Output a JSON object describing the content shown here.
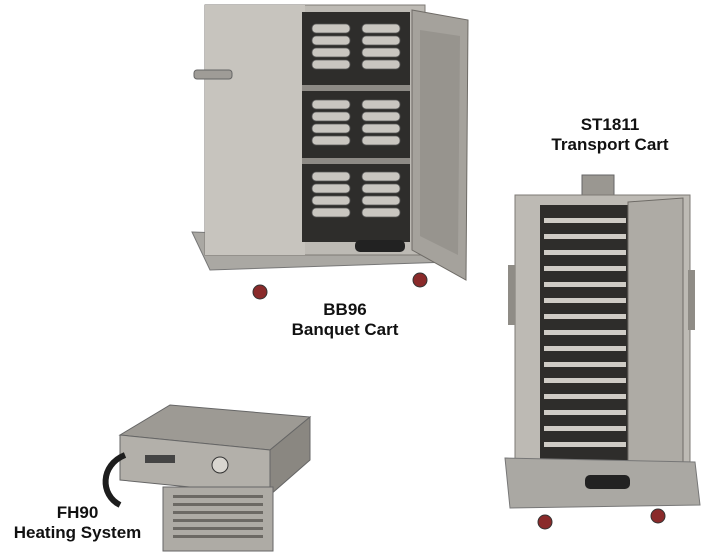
{
  "products": [
    {
      "id": "bb96",
      "model": "BB96",
      "name": "Banquet Cart"
    },
    {
      "id": "st1811",
      "model": "ST1811",
      "name": "Transport Cart"
    },
    {
      "id": "fh90",
      "model": "FH90",
      "name": "Heating System"
    }
  ],
  "colors": {
    "stainless": "#b9b6b0",
    "stainless_dark": "#8f8c86",
    "interior": "#2d2c2a",
    "base": "#a9a7a2",
    "wheel": "#8a2a2a"
  }
}
